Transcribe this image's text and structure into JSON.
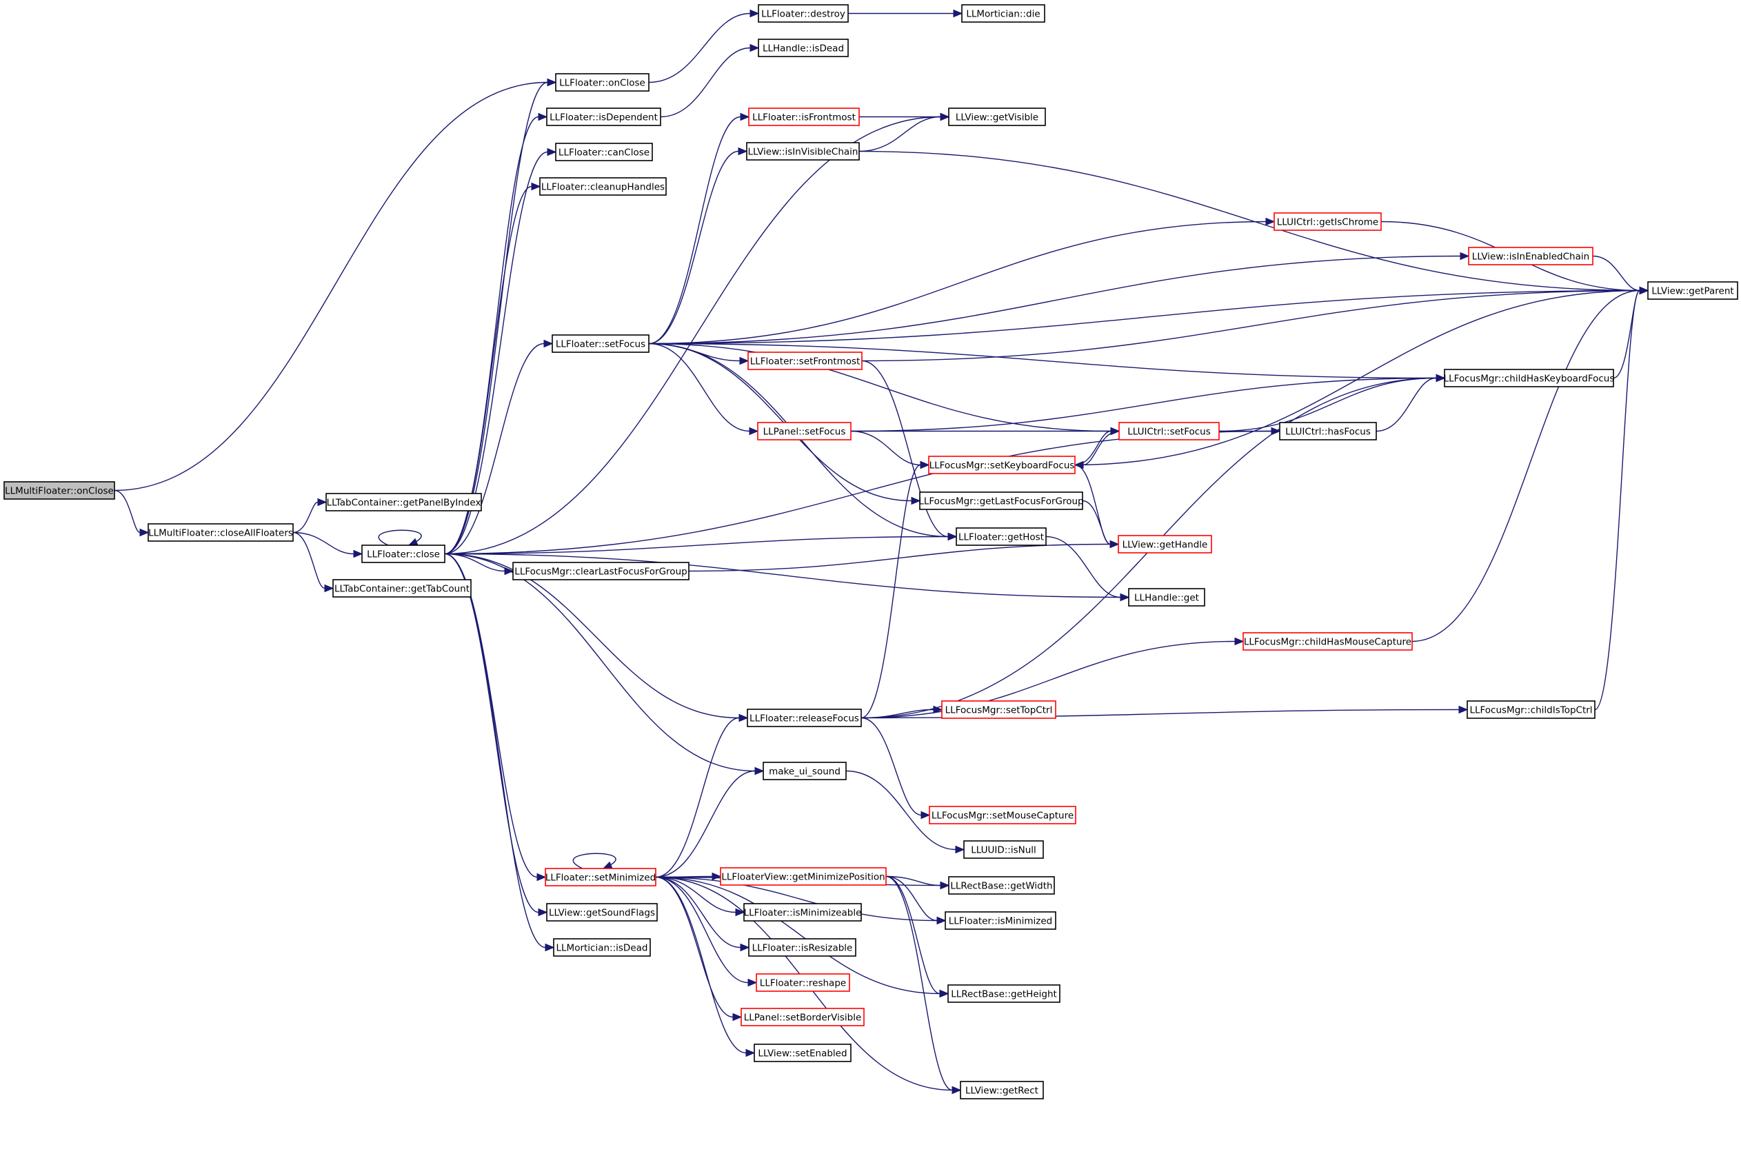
{
  "colors": {
    "edge": "#191970",
    "node_border": "#000000",
    "node_border_truncated": "#ff0000",
    "root_fill": "#bfbfbf",
    "node_fill": "#ffffff"
  },
  "nodes": [
    {
      "id": "root",
      "label": "LLMultiFloater::onClose",
      "style": "root"
    },
    {
      "id": "closeAll",
      "label": "LLMultiFloater::closeAllFloaters",
      "style": "normal"
    },
    {
      "id": "getPanelByIndex",
      "label": "LLTabContainer::getPanelByIndex",
      "style": "normal"
    },
    {
      "id": "getTabCount",
      "label": "LLTabContainer::getTabCount",
      "style": "normal"
    },
    {
      "id": "fclose",
      "label": "LLFloater::close",
      "style": "normal"
    },
    {
      "id": "onClose",
      "label": "LLFloater::onClose",
      "style": "normal"
    },
    {
      "id": "destroy",
      "label": "LLFloater::destroy",
      "style": "normal"
    },
    {
      "id": "die",
      "label": "LLMortician::die",
      "style": "normal"
    },
    {
      "id": "handleIsDead",
      "label": "LLHandle::isDead",
      "style": "normal"
    },
    {
      "id": "isDependent",
      "label": "LLFloater::isDependent",
      "style": "normal"
    },
    {
      "id": "canClose",
      "label": "LLFloater::canClose",
      "style": "normal"
    },
    {
      "id": "cleanupHandles",
      "label": "LLFloater::cleanupHandles",
      "style": "normal"
    },
    {
      "id": "setFocus",
      "label": "LLFloater::setFocus",
      "style": "normal"
    },
    {
      "id": "isFrontmost",
      "label": "LLFloater::isFrontmost",
      "style": "truncated"
    },
    {
      "id": "getVisible",
      "label": "LLView::getVisible",
      "style": "normal"
    },
    {
      "id": "isInVisibleChain",
      "label": "LLView::isInVisibleChain",
      "style": "normal"
    },
    {
      "id": "getIsChrome",
      "label": "LLUICtrl::getIsChrome",
      "style": "truncated"
    },
    {
      "id": "isInEnabledChain",
      "label": "LLView::isInEnabledChain",
      "style": "truncated"
    },
    {
      "id": "getParent",
      "label": "LLView::getParent",
      "style": "normal"
    },
    {
      "id": "setFrontmost",
      "label": "LLFloater::setFrontmost",
      "style": "truncated"
    },
    {
      "id": "childHasKeyboardFocus",
      "label": "LLFocusMgr::childHasKeyboardFocus",
      "style": "normal"
    },
    {
      "id": "panelSetFocus",
      "label": "LLPanel::setFocus",
      "style": "truncated"
    },
    {
      "id": "uictrlSetFocus",
      "label": "LLUICtrl::setFocus",
      "style": "truncated"
    },
    {
      "id": "hasFocus",
      "label": "LLUICtrl::hasFocus",
      "style": "normal"
    },
    {
      "id": "setKeyboardFocus",
      "label": "LLFocusMgr::setKeyboardFocus",
      "style": "truncated"
    },
    {
      "id": "getLastFocusForGroup",
      "label": "LLFocusMgr::getLastFocusForGroup",
      "style": "normal"
    },
    {
      "id": "getHost",
      "label": "LLFloater::getHost",
      "style": "normal"
    },
    {
      "id": "getHandle",
      "label": "LLView::getHandle",
      "style": "truncated"
    },
    {
      "id": "clearLastFocus",
      "label": "LLFocusMgr::clearLastFocusForGroup",
      "style": "normal"
    },
    {
      "id": "handleGet",
      "label": "LLHandle::get",
      "style": "normal"
    },
    {
      "id": "childHasMouseCapture",
      "label": "LLFocusMgr::childHasMouseCapture",
      "style": "truncated"
    },
    {
      "id": "releaseFocus",
      "label": "LLFloater::releaseFocus",
      "style": "normal"
    },
    {
      "id": "setTopCtrl",
      "label": "LLFocusMgr::setTopCtrl",
      "style": "truncated"
    },
    {
      "id": "childIsTopCtrl",
      "label": "LLFocusMgr::childIsTopCtrl",
      "style": "normal"
    },
    {
      "id": "makeUiSound",
      "label": "make_ui_sound",
      "style": "normal"
    },
    {
      "id": "setMouseCapture",
      "label": "LLFocusMgr::setMouseCapture",
      "style": "truncated"
    },
    {
      "id": "isNull",
      "label": "LLUUID::isNull",
      "style": "normal"
    },
    {
      "id": "setMinimized",
      "label": "LLFloater::setMinimized",
      "style": "truncated"
    },
    {
      "id": "getMinimizePosition",
      "label": "LLFloaterView::getMinimizePosition",
      "style": "truncated"
    },
    {
      "id": "getWidth",
      "label": "LLRectBase::getWidth",
      "style": "normal"
    },
    {
      "id": "isMinimizeable",
      "label": "LLFloater::isMinimizeable",
      "style": "normal"
    },
    {
      "id": "isMinimized",
      "label": "LLFloater::isMinimized",
      "style": "normal"
    },
    {
      "id": "getSoundFlags",
      "label": "LLView::getSoundFlags",
      "style": "normal"
    },
    {
      "id": "isResizable",
      "label": "LLFloater::isResizable",
      "style": "normal"
    },
    {
      "id": "morticianIsDead",
      "label": "LLMortician::isDead",
      "style": "normal"
    },
    {
      "id": "reshape",
      "label": "LLFloater::reshape",
      "style": "truncated"
    },
    {
      "id": "setBorderVisible",
      "label": "LLPanel::setBorderVisible",
      "style": "truncated"
    },
    {
      "id": "getHeight",
      "label": "LLRectBase::getHeight",
      "style": "normal"
    },
    {
      "id": "setEnabled",
      "label": "LLView::setEnabled",
      "style": "normal"
    },
    {
      "id": "getRect",
      "label": "LLView::getRect",
      "style": "normal"
    }
  ],
  "edges": [
    [
      "root",
      "onClose"
    ],
    [
      "root",
      "closeAll"
    ],
    [
      "closeAll",
      "getPanelByIndex"
    ],
    [
      "closeAll",
      "fclose"
    ],
    [
      "closeAll",
      "getTabCount"
    ],
    [
      "fclose",
      "fclose"
    ],
    [
      "fclose",
      "onClose"
    ],
    [
      "fclose",
      "isDependent"
    ],
    [
      "fclose",
      "canClose"
    ],
    [
      "fclose",
      "cleanupHandles"
    ],
    [
      "fclose",
      "getVisible"
    ],
    [
      "fclose",
      "setFocus"
    ],
    [
      "fclose",
      "getHost"
    ],
    [
      "fclose",
      "clearLastFocus"
    ],
    [
      "fclose",
      "handleGet"
    ],
    [
      "fclose",
      "hasFocus"
    ],
    [
      "fclose",
      "releaseFocus"
    ],
    [
      "fclose",
      "makeUiSound"
    ],
    [
      "fclose",
      "setMinimized"
    ],
    [
      "fclose",
      "getSoundFlags"
    ],
    [
      "fclose",
      "morticianIsDead"
    ],
    [
      "onClose",
      "destroy"
    ],
    [
      "destroy",
      "die"
    ],
    [
      "isDependent",
      "handleIsDead"
    ],
    [
      "setFocus",
      "isInVisibleChain"
    ],
    [
      "setFocus",
      "isFrontmost"
    ],
    [
      "setFocus",
      "getIsChrome"
    ],
    [
      "setFocus",
      "isInEnabledChain"
    ],
    [
      "setFocus",
      "getParent"
    ],
    [
      "setFocus",
      "setFrontmost"
    ],
    [
      "setFocus",
      "childHasKeyboardFocus"
    ],
    [
      "setFocus",
      "panelSetFocus"
    ],
    [
      "setFocus",
      "uictrlSetFocus"
    ],
    [
      "setFocus",
      "getLastFocusForGroup"
    ],
    [
      "setFocus",
      "getHost"
    ],
    [
      "isFrontmost",
      "getVisible"
    ],
    [
      "isInVisibleChain",
      "getVisible"
    ],
    [
      "isInVisibleChain",
      "getParent"
    ],
    [
      "getIsChrome",
      "getParent"
    ],
    [
      "isInEnabledChain",
      "getParent"
    ],
    [
      "setFrontmost",
      "getParent"
    ],
    [
      "setFrontmost",
      "getHost"
    ],
    [
      "panelSetFocus",
      "childHasKeyboardFocus"
    ],
    [
      "panelSetFocus",
      "uictrlSetFocus"
    ],
    [
      "panelSetFocus",
      "setKeyboardFocus"
    ],
    [
      "uictrlSetFocus",
      "childHasKeyboardFocus"
    ],
    [
      "uictrlSetFocus",
      "hasFocus"
    ],
    [
      "uictrlSetFocus",
      "setKeyboardFocus"
    ],
    [
      "setKeyboardFocus",
      "uictrlSetFocus"
    ],
    [
      "setKeyboardFocus",
      "getHandle"
    ],
    [
      "setKeyboardFocus",
      "getParent"
    ],
    [
      "hasFocus",
      "childHasKeyboardFocus"
    ],
    [
      "childHasKeyboardFocus",
      "getParent"
    ],
    [
      "getLastFocusForGroup",
      "getHandle"
    ],
    [
      "getHost",
      "handleGet"
    ],
    [
      "clearLastFocus",
      "getHandle"
    ],
    [
      "releaseFocus",
      "setKeyboardFocus"
    ],
    [
      "releaseFocus",
      "childHasKeyboardFocus"
    ],
    [
      "releaseFocus",
      "setTopCtrl"
    ],
    [
      "releaseFocus",
      "childHasMouseCapture"
    ],
    [
      "releaseFocus",
      "childIsTopCtrl"
    ],
    [
      "releaseFocus",
      "setMouseCapture"
    ],
    [
      "childHasMouseCapture",
      "getParent"
    ],
    [
      "childIsTopCtrl",
      "getParent"
    ],
    [
      "makeUiSound",
      "isNull"
    ],
    [
      "setMinimized",
      "setMinimized"
    ],
    [
      "setMinimized",
      "releaseFocus"
    ],
    [
      "setMinimized",
      "makeUiSound"
    ],
    [
      "setMinimized",
      "getMinimizePosition"
    ],
    [
      "setMinimized",
      "getWidth"
    ],
    [
      "setMinimized",
      "isMinimizeable"
    ],
    [
      "setMinimized",
      "isMinimized"
    ],
    [
      "setMinimized",
      "isResizable"
    ],
    [
      "setMinimized",
      "reshape"
    ],
    [
      "setMinimized",
      "setBorderVisible"
    ],
    [
      "setMinimized",
      "setEnabled"
    ],
    [
      "setMinimized",
      "getHeight"
    ],
    [
      "setMinimized",
      "getRect"
    ],
    [
      "getMinimizePosition",
      "getWidth"
    ],
    [
      "getMinimizePosition",
      "isMinimized"
    ],
    [
      "getMinimizePosition",
      "getHeight"
    ],
    [
      "getMinimizePosition",
      "getRect"
    ]
  ]
}
